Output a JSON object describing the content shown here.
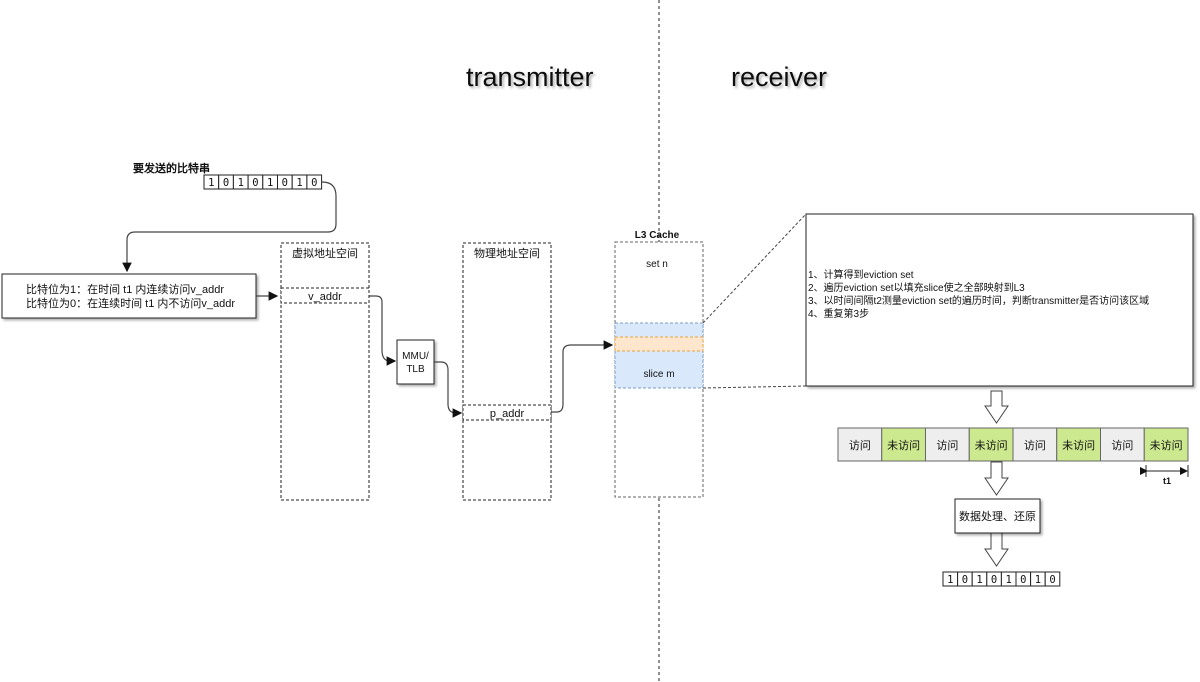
{
  "titles": {
    "left": "transmitter",
    "right": "receiver"
  },
  "bitstring": {
    "label": "要发送的比特串",
    "bits": [
      "1",
      "0",
      "1",
      "0",
      "1",
      "0",
      "1",
      "0"
    ]
  },
  "rule_box": {
    "line1": "比特位为1：在时间 t1 内连续访问v_addr",
    "line2": "比特位为0：在连续时间 t1 内不访问v_addr"
  },
  "virtual_space": {
    "title": "虚拟地址空间",
    "entry": "v_addr"
  },
  "mmu": {
    "line1": "MMU/",
    "line2": "TLB"
  },
  "physical_space": {
    "title": "物理地址空间",
    "entry": "p_addr"
  },
  "l3_cache": {
    "title": "L3 Cache",
    "set_label": "set n",
    "slice_label": "slice m"
  },
  "steps": [
    "1、计算得到eviction set",
    "2、遍历eviction set以填充slice使之全部映射到L3",
    "3、以时间间隔t2测量eviction set的遍历时间，判断transmitter是否访问该区域",
    "4、重复第3步"
  ],
  "timeline": {
    "cells": [
      "访问",
      "未访问",
      "访问",
      "未访问",
      "访问",
      "未访问",
      "访问",
      "未访问"
    ],
    "interval_label": "t1"
  },
  "process_box": {
    "label": "数据处理、还原"
  },
  "output_bits": [
    "1",
    "0",
    "1",
    "0",
    "1",
    "0",
    "1",
    "0"
  ],
  "colors": {
    "access": "#eeeeee",
    "no_access": "#cde98f",
    "slice": "#dae8fc",
    "set_row": "#ffe6cc"
  }
}
